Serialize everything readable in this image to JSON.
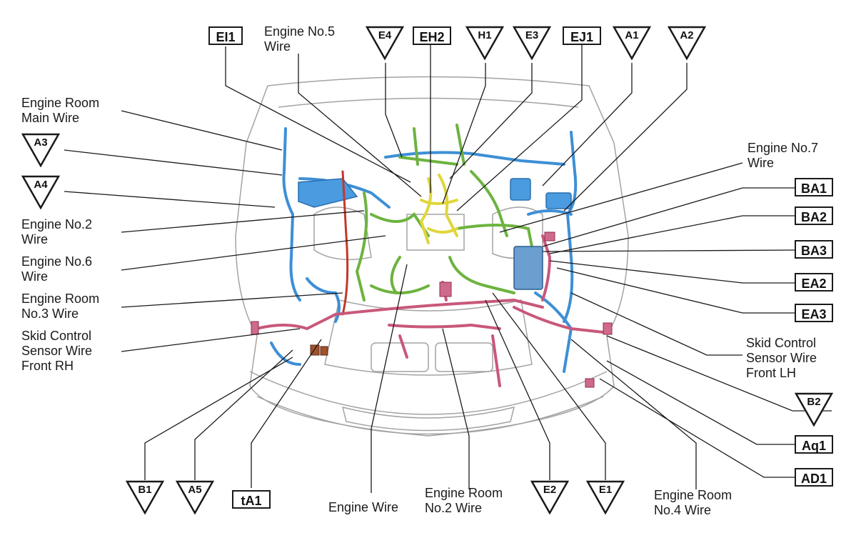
{
  "labels": {
    "engine_no5_wire": "Engine No.5\nWire",
    "engine_room_main_wire": "Engine Room\nMain Wire",
    "engine_no2_wire": "Engine No.2\nWire",
    "engine_no6_wire": "Engine No.6\nWire",
    "engine_room_no3_wire": "Engine Room\nNo.3 Wire",
    "skid_rh": "Skid Control\nSensor Wire\nFront RH",
    "engine_no7_wire": "Engine No.7\nWire",
    "skid_lh": "Skid Control\nSensor Wire\nFront LH",
    "engine_wire": "Engine Wire",
    "engine_room_no2_wire": "Engine Room\nNo.2 Wire",
    "engine_room_no4_wire": "Engine Room\nNo.4 Wire"
  },
  "connectors": {
    "EI1": "EI1",
    "E4": "E4",
    "EH2": "EH2",
    "H1": "H1",
    "E3": "E3",
    "EJ1": "EJ1",
    "A1": "A1",
    "A2": "A2",
    "A3": "A3",
    "A4": "A4",
    "BA1": "BA1",
    "BA2": "BA2",
    "BA3": "BA3",
    "EA2": "EA2",
    "EA3": "EA3",
    "B2": "B2",
    "Aq1": "Aq1",
    "AD1": "AD1",
    "B1": "B1",
    "A5": "A5",
    "tA1": "tA1",
    "E2": "E2",
    "E1": "E1"
  },
  "colors": {
    "blue_wire": "#3d8fd6",
    "green_wire": "#6db33f",
    "yellow_wire": "#e8e04a",
    "pink_wire": "#c8587a",
    "red_wire": "#c0392b",
    "body_outline": "#9a9a9a",
    "leader_line": "#1a1a1a"
  }
}
